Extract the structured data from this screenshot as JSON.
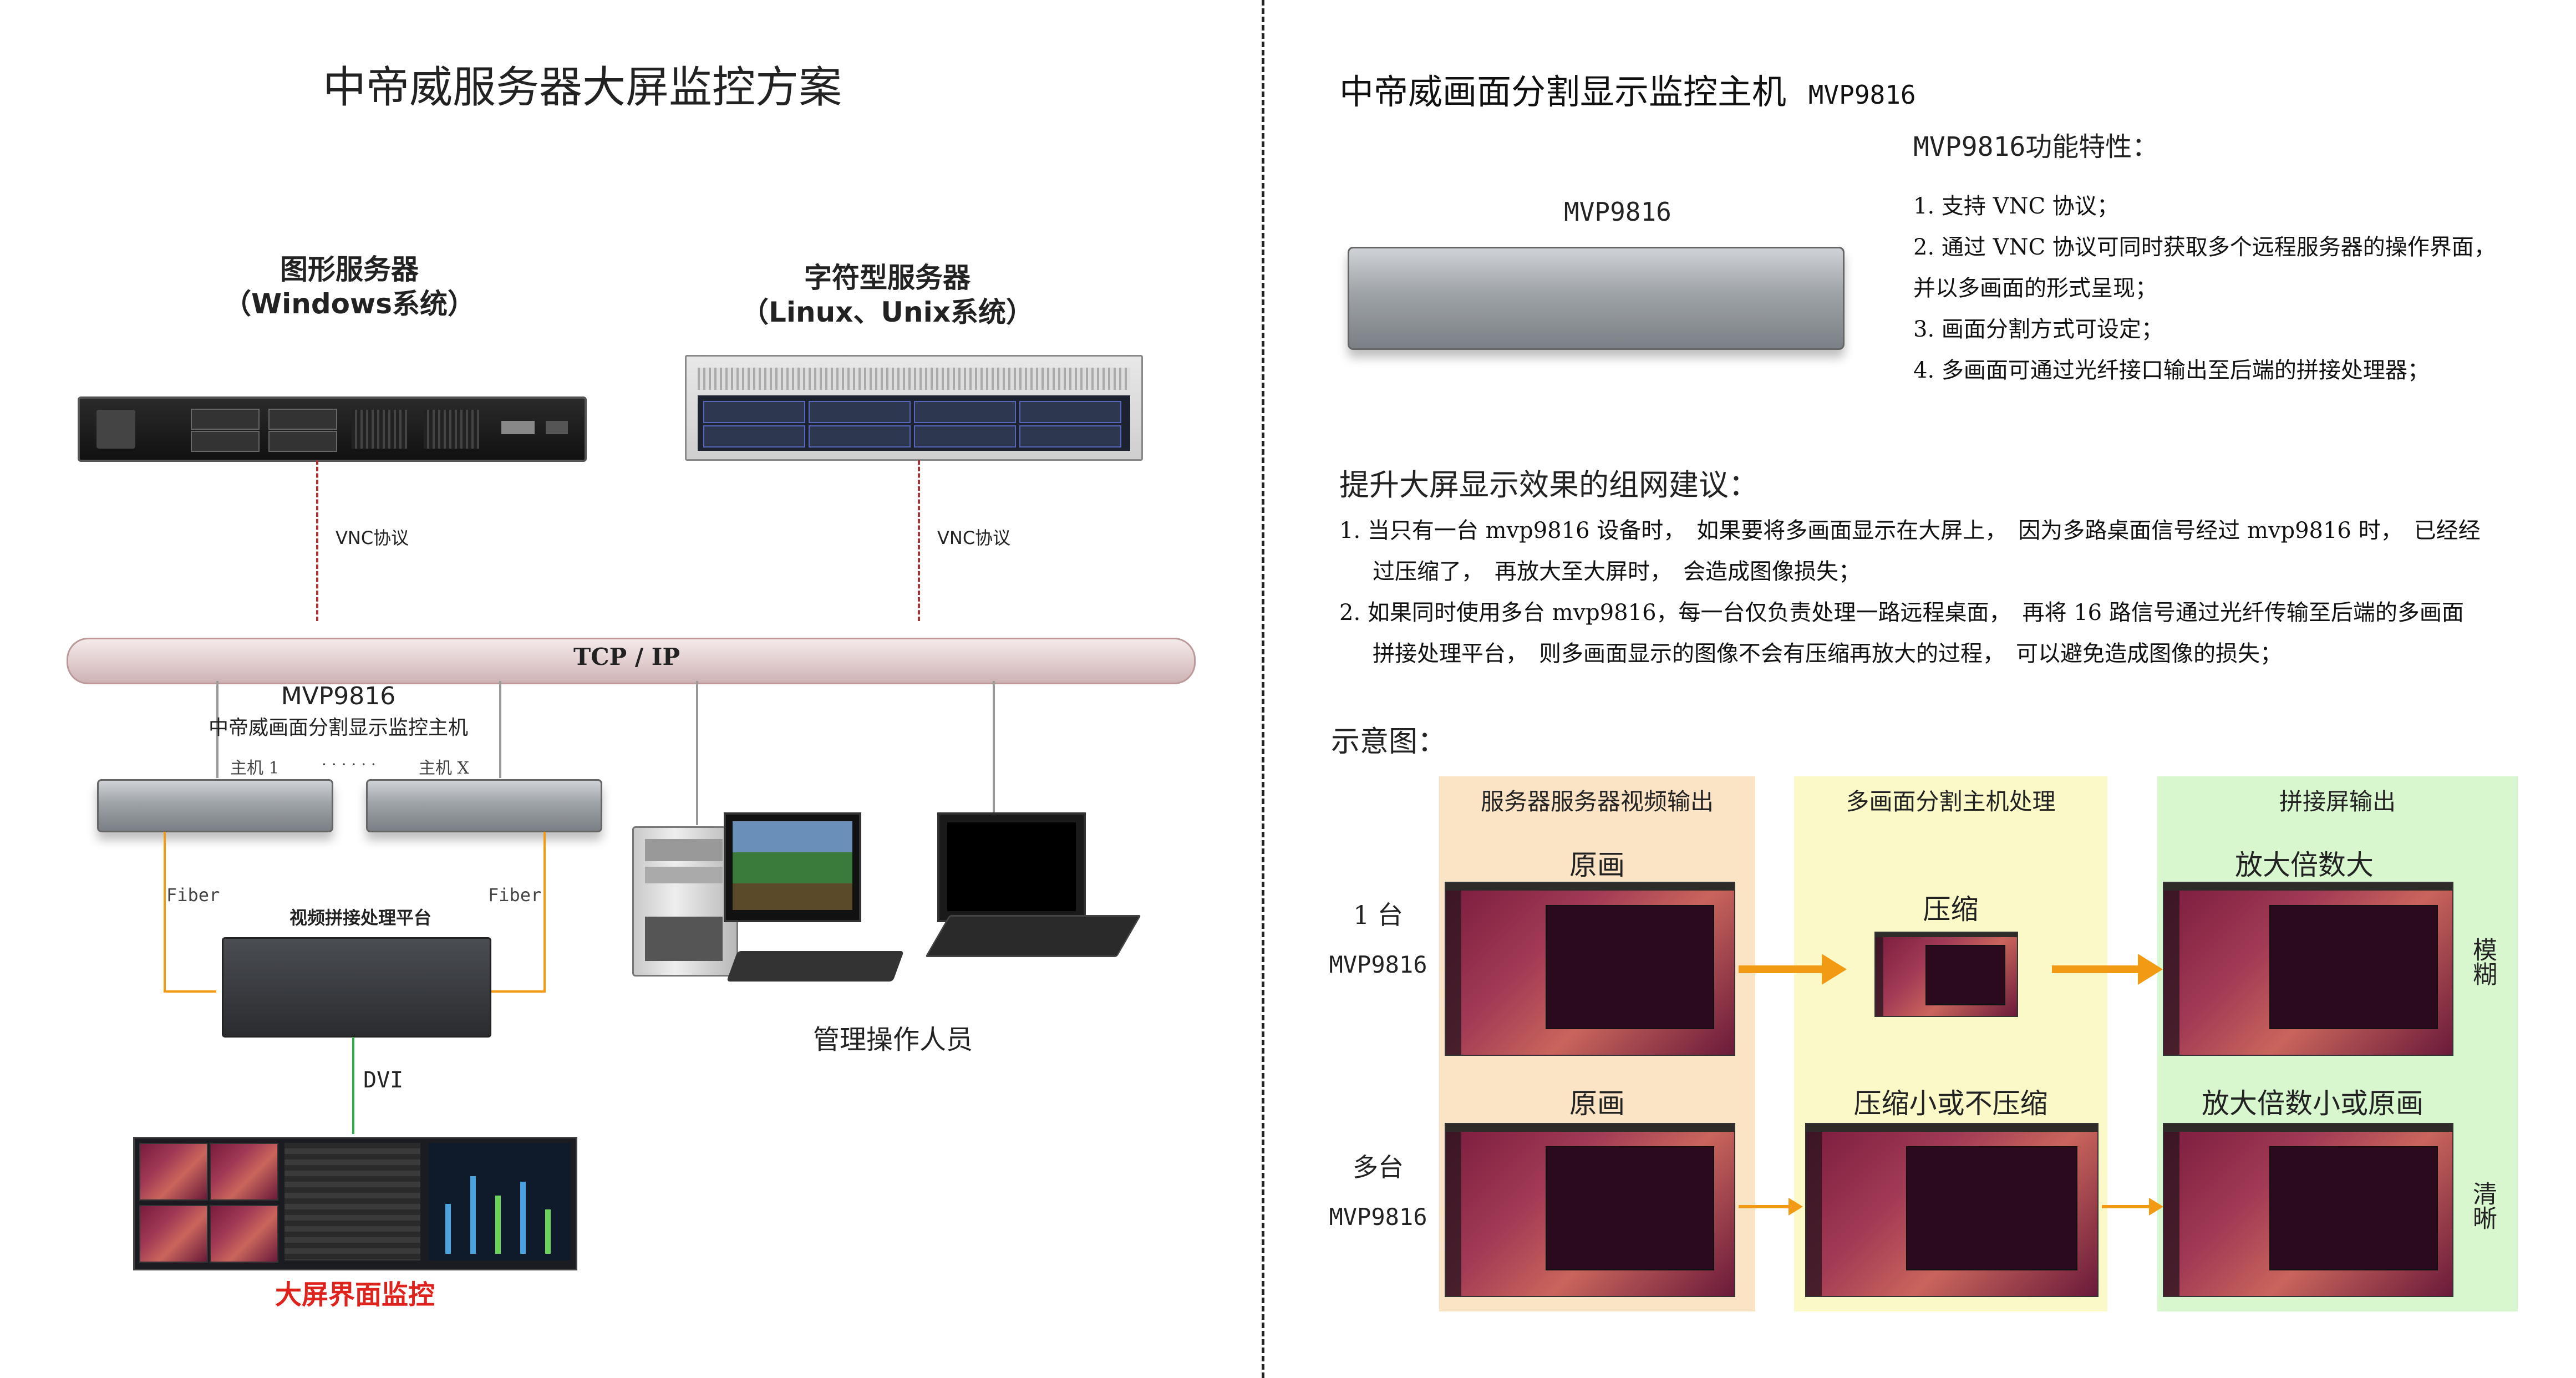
{
  "left": {
    "title": "中帝威服务器大屏监控方案",
    "graphic_server": {
      "line1": "图形服务器",
      "line2": "（Windows系统）"
    },
    "char_server": {
      "line1": "字符型服务器",
      "line2": "（Linux、Unix系统）"
    },
    "vnc_label_1": "VNC协议",
    "vnc_label_2": "VNC协议",
    "network_label": "TCP / IP",
    "host_model": "MVP9816",
    "host_desc": "中帝威画面分割显示监控主机",
    "host1": "主机 1",
    "host_dots": "· · · · · ·",
    "hostx": "主机 X",
    "fiber_left": "Fiber",
    "fiber_right": "Fiber",
    "splice_platform": "视频拼接处理平台",
    "dvi": "DVI",
    "operator": "管理操作人员",
    "bigscreen": "大屏界面监控"
  },
  "right": {
    "title": "中帝威画面分割显示监控主机",
    "title_model": "MVP9816",
    "feature_title": "MVP9816功能特性：",
    "device_label": "MVP9816",
    "features": [
      "1. 支持 VNC 协议；",
      "2. 通过 VNC 协议可同时获取多个远程服务器的操作界面，",
      "并以多画面的形式呈现；",
      "3. 画面分割方式可设定；",
      "4. 多画面可通过光纤接口输出至后端的拼接处理器；"
    ],
    "suggest_title": "提升大屏显示效果的组网建议：",
    "suggest": [
      "1. 当只有一台 mvp9816 设备时，　如果要将多画面显示在大屏上，　因为多路桌面信号经过 mvp9816 时，　已经经",
      "过压缩了，　再放大至大屏时，　会造成图像损失；",
      "2. 如果同时使用多台 mvp9816，每一台仅负责处理一路远程桌面，　再将 16 路信号通过光纤传输至后端的多画面",
      "拼接处理平台，　则多画面显示的图像不会有压缩再放大的过程，　可以避免造成图像的损失；"
    ],
    "diagram_title": "示意图：",
    "columns": [
      "服务器服务器视频输出",
      "多画面分割主机处理",
      "拼接屏输出"
    ],
    "row1": {
      "label1": "1 台",
      "label2": "MVP9816",
      "c1": "原画",
      "c2": "压缩",
      "c3": "放大倍数大",
      "side": "模糊"
    },
    "row2": {
      "label1": "多台",
      "label2": "MVP9816",
      "c1": "原画",
      "c2": "压缩小或不压缩",
      "c3": "放大倍数小或原画",
      "side": "清晰"
    }
  },
  "colors": {
    "col1_bg": "#fbe3c6",
    "col2_bg": "#fcf9c9",
    "col3_bg": "#d8f7cf",
    "arrow": "#f39a14",
    "highlight_red": "#e0221c",
    "dvi_green": "#2bb34a"
  }
}
